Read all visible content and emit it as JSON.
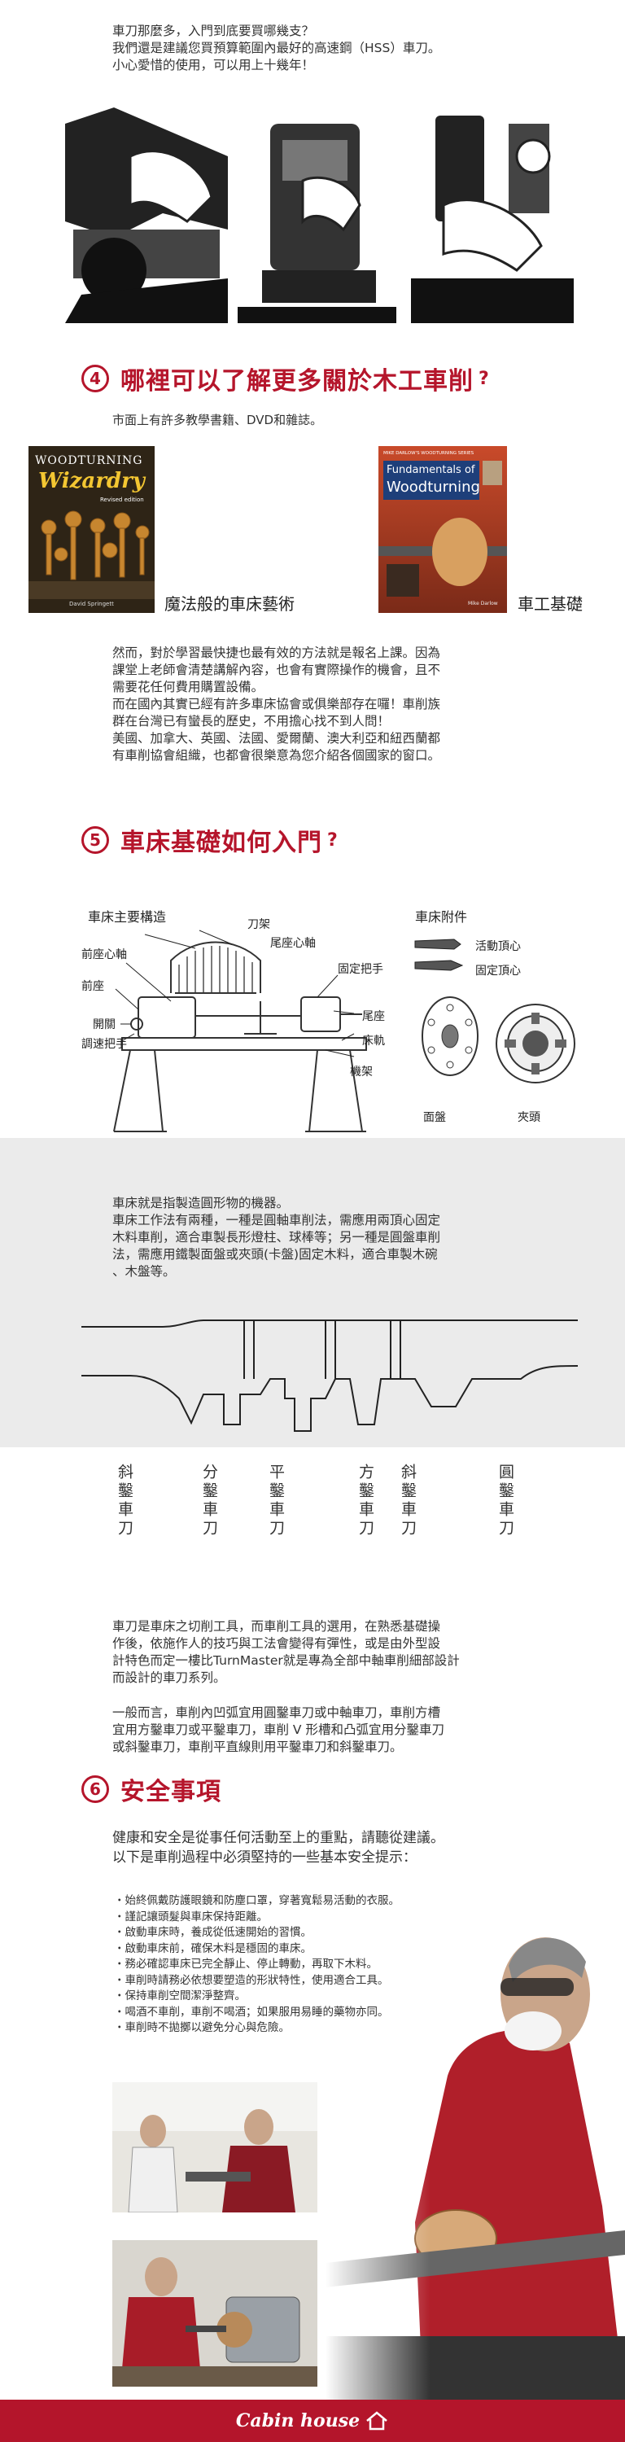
{
  "intro": {
    "line1": "車刀那麼多，入門到底要買哪幾支？",
    "line2": "我們還是建議您買預算範圍內最好的高速鋼（HSS）車刀。",
    "line3": "小心愛惜的使用，可以用上十幾年！"
  },
  "section4": {
    "num": "4",
    "title": "哪裡可以了解更多關於木工車削",
    "q": "?",
    "subtitle": "市面上有許多教學書籍、DVD和雜誌。",
    "book1": {
      "cover_title_1": "WOODTURNING",
      "cover_title_2": "Wizardry",
      "cover_sub": "Revised edition",
      "author": "David Springett",
      "caption": "魔法般的車床藝術"
    },
    "book2": {
      "cover_top": "MIKE DARLOW'S WOODTURNING SERIES",
      "cover_title_1": "Fundamentals of",
      "cover_title_2": "Woodturning",
      "author": "Mike Darlow",
      "caption": "車工基礎"
    },
    "para": [
      "然而，對於學習最快捷也最有效的方法就是報名上課。因為",
      "課堂上老師會清楚講解內容，也會有實際操作的機會，且不",
      "需要花任何費用購置設備。",
      "而在國內其實已經有許多車床協會或俱樂部存在囉！車削族",
      "群在台灣已有蠻長的歷史，不用擔心找不到人問！",
      "美國、加拿大、英國、法國、愛爾蘭、澳大利亞和紐西蘭都",
      "有車削協會組織，也都會很樂意為您介紹各個國家的窗口。"
    ]
  },
  "section5": {
    "num": "5",
    "title": "車床基礎如何入門",
    "q": "?",
    "diagram_title": "車床主要構造",
    "parts": {
      "tool_rest": "刀架",
      "tailstock_center": "尾座心軸",
      "headstock_spindle": "前座心軸",
      "fix_handle": "固定把手",
      "headstock": "前座",
      "tailstock": "尾座",
      "switch": "開關",
      "bed": "床軌",
      "speed_handle": "調速把手",
      "frame": "機架"
    },
    "acc_title": "車床附件",
    "acc": {
      "live": "活動頂心",
      "fixed": "固定頂心",
      "faceplate": "面盤",
      "chuck": "夾頭"
    },
    "para1": [
      "車床就是指製造圓形物的機器。",
      "車床工作法有兩種，一種是圓軸車削法，需應用兩頂心固定",
      "木料車削，適合車製長形燈柱、球棒等；另一種是圓盤車削",
      "法，需應用鐵製面盤或夾頭(卡盤)固定木料，適合車製木碗",
      "、木盤等。"
    ],
    "tools": [
      "斜鑿車刀",
      "分鑿車刀",
      "平鑿車刀",
      "方鑿車刀",
      "斜鑿車刀",
      "圓鑿車刀"
    ],
    "para2": [
      "車刀是車床之切削工具，而車削工具的選用，在熟悉基礎操",
      "作後，依施作人的技巧與工法會變得有彈性，或是由外型設",
      "計特色而定一樓比TurnMaster就是專為全部中軸車削細部設計",
      "而設計的車刀系列。"
    ],
    "para3": [
      "一般而言，車削內凹弧宜用圓鑿車刀或中軸車刀，車削方槽",
      "宜用方鑿車刀或平鑿車刀，車削 V 形槽和凸弧宜用分鑿車刀",
      "或斜鑿車刀，車削平直線則用平鑿車刀和斜鑿車刀。"
    ]
  },
  "section6": {
    "num": "6",
    "title": "安全事項",
    "intro1": "健康和安全是從事任何活動至上的重點，請聽從建議。",
    "intro2": "以下是車削過程中必須堅持的一些基本安全提示：",
    "bullets": [
      "・始終佩戴防護眼鏡和防塵口罩，穿著寬鬆易活動的衣服。",
      "・謹記讓頭髮與車床保持距離。",
      "・啟動車床時，養成從低速開始的習慣。",
      "・啟動車床前，確保木料是穩固的車床。",
      "・務必確認車床已完全靜止、停止轉動，再取下木料。",
      "・車削時請務必依想要塑造的形狀特性，使用適合工具。",
      "・保持車削空間潔淨整齊。",
      "・喝酒不車削，車削不喝酒；如果服用易睡的藥物亦同。",
      "・車削時不拋擲以避免分心與危險。"
    ]
  },
  "footer": {
    "brand": "Cabin house"
  },
  "colors": {
    "accent": "#b5152b",
    "footer": "#b4152b",
    "band": "#ebebeb"
  }
}
